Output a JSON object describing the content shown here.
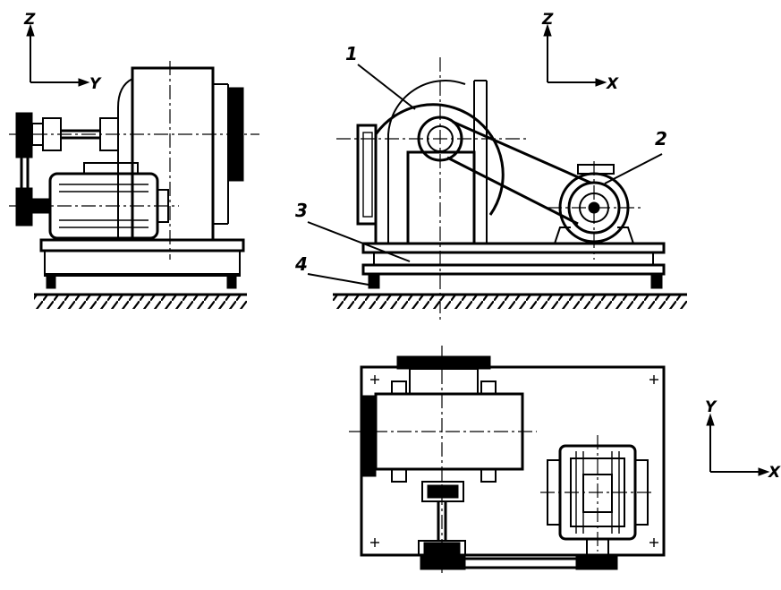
{
  "views": {
    "side": {
      "axes": {
        "vertical": "Z",
        "horizontal": "Y"
      }
    },
    "front": {
      "axes": {
        "vertical": "Z",
        "horizontal": "X"
      },
      "callouts": [
        "1",
        "2",
        "3",
        "4"
      ]
    },
    "top": {
      "axes": {
        "vertical": "Y",
        "horizontal": "X"
      }
    }
  }
}
